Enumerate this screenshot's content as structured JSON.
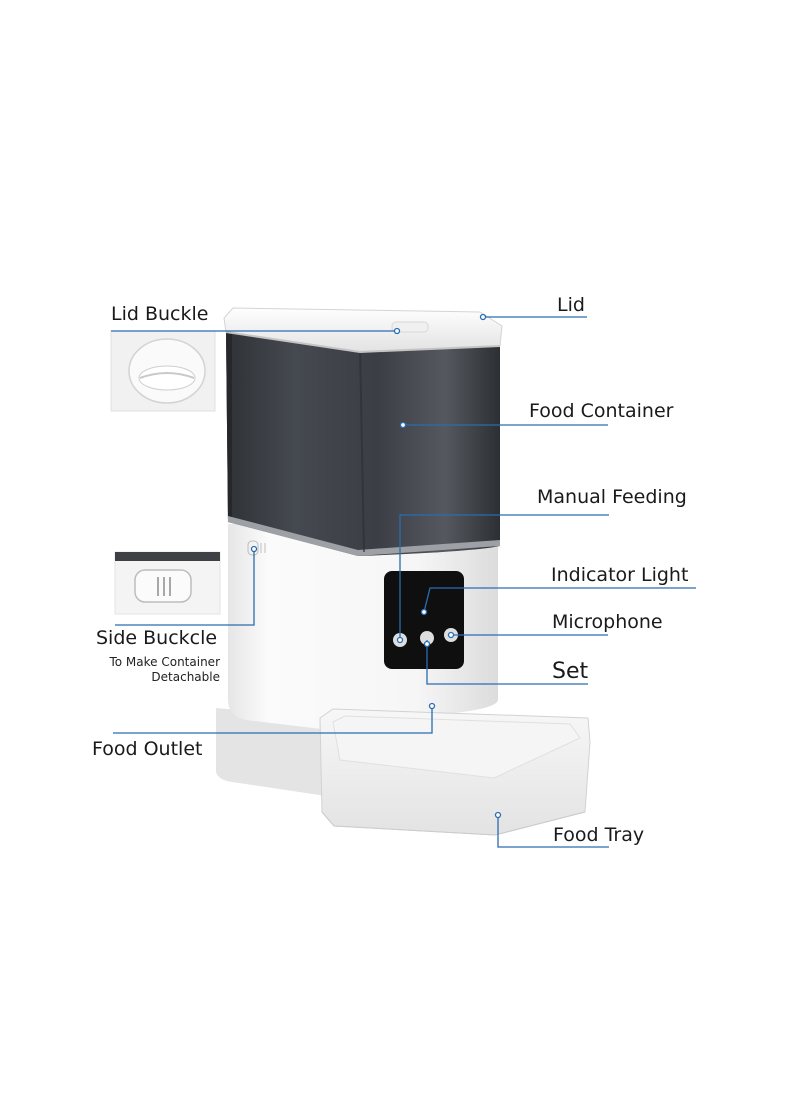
{
  "labels": {
    "lid_buckle": "Lid Buckle",
    "lid": "Lid",
    "food_container": "Food Container",
    "manual_feeding": "Manual Feeding",
    "indicator_light": "Indicator Light",
    "microphone": "Microphone",
    "set": "Set",
    "side_buckle": "Side Buckcle",
    "side_buckle_note_1": "To Make Container",
    "side_buckle_note_2": "Detachable",
    "food_outlet": "Food Outlet",
    "food_tray": "Food Tray"
  },
  "colors": {
    "leader_line": "#2b6cb0",
    "container_dark": "#3a3d42",
    "body_white": "#f4f4f4",
    "panel_black": "#111111"
  }
}
